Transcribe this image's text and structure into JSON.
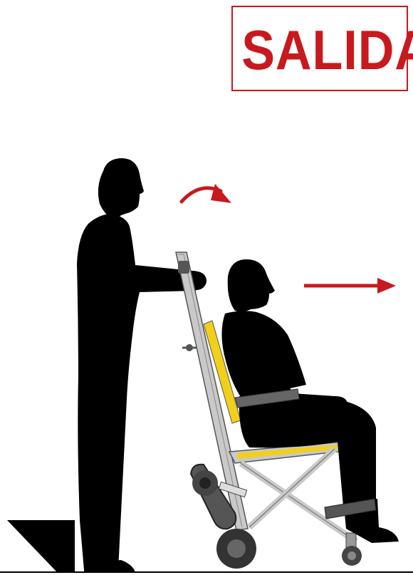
{
  "sign": {
    "text": "SALIDA",
    "color": "#c8191e"
  },
  "colors": {
    "silhouette": "#000000",
    "chair_frame": "#b7b7b7",
    "chair_padding": "#f2cf1a",
    "arrow": "#c8191e",
    "wheel": "#333333"
  },
  "icons": [
    "exit-sign",
    "tilt-arrow-icon",
    "forward-arrow-icon",
    "evacuation-chair",
    "attendant-silhouette",
    "seated-person-silhouette"
  ]
}
